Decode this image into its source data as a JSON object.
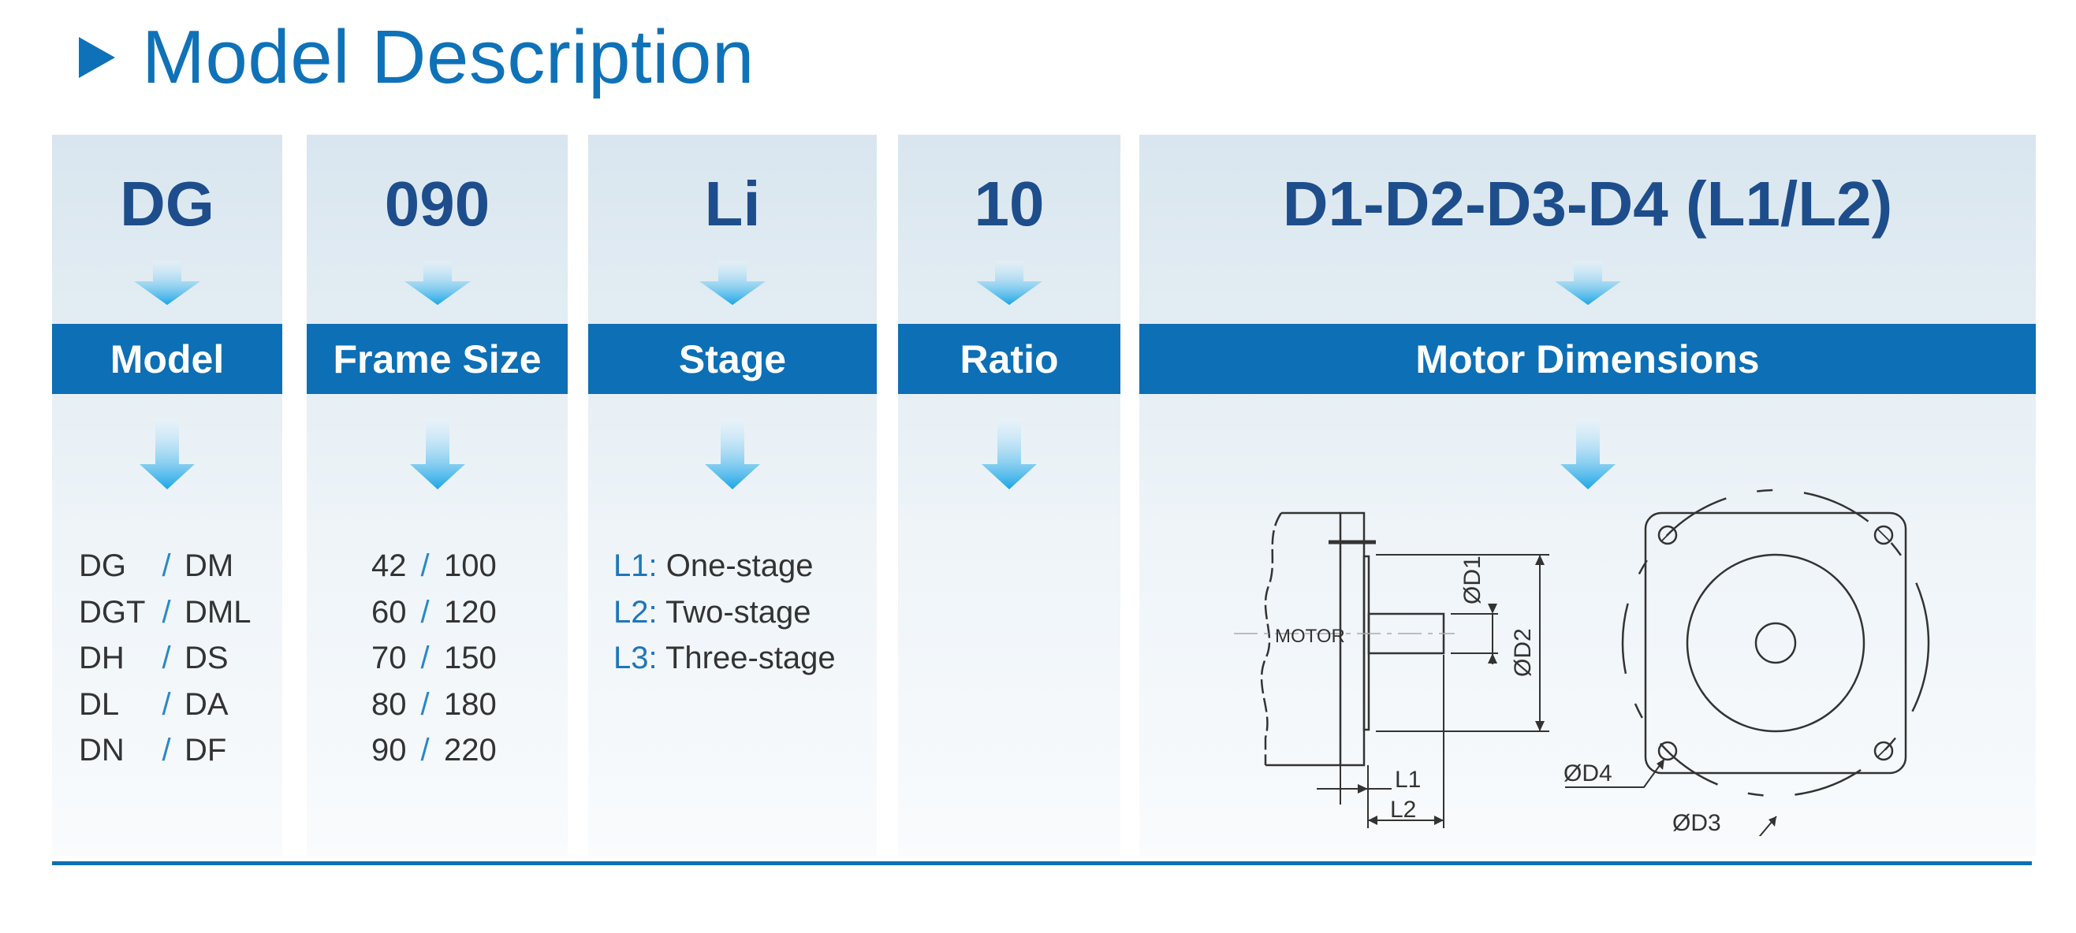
{
  "title": "Model Description",
  "columns": [
    {
      "code": "DG",
      "label": "Model"
    },
    {
      "code": "090",
      "label": "Frame Size"
    },
    {
      "code": "Li",
      "label": "Stage"
    },
    {
      "code": "10",
      "label": "Ratio"
    },
    {
      "code": "D1-D2-D3-D4 (L1/L2)",
      "label": "Motor Dimensions"
    }
  ],
  "model_options": [
    {
      "a": "DG",
      "b": "DM"
    },
    {
      "a": "DGT",
      "b": "DML"
    },
    {
      "a": "DH",
      "b": "DS"
    },
    {
      "a": "DL",
      "b": "DA"
    },
    {
      "a": "DN",
      "b": "DF"
    }
  ],
  "frame_sizes": [
    {
      "a": "42",
      "b": "100"
    },
    {
      "a": "60",
      "b": "120"
    },
    {
      "a": "70",
      "b": "150"
    },
    {
      "a": "80",
      "b": "180"
    },
    {
      "a": "90",
      "b": "220"
    }
  ],
  "separator": "/",
  "stages": [
    {
      "code": "L1:",
      "text": "One-stage"
    },
    {
      "code": "L2:",
      "text": "Two-stage"
    },
    {
      "code": "L3:",
      "text": "Three-stage"
    }
  ],
  "drawing": {
    "motor": "MOTOR",
    "d1": "ØD1",
    "d2": "ØD2",
    "d3": "ØD3",
    "d4": "ØD4",
    "l1": "L1",
    "l2": "L2"
  },
  "colors": {
    "brand_blue": "#0d6fb5",
    "code_navy": "#1e4d8c",
    "arrow_cyan": "#2ab3ec"
  }
}
